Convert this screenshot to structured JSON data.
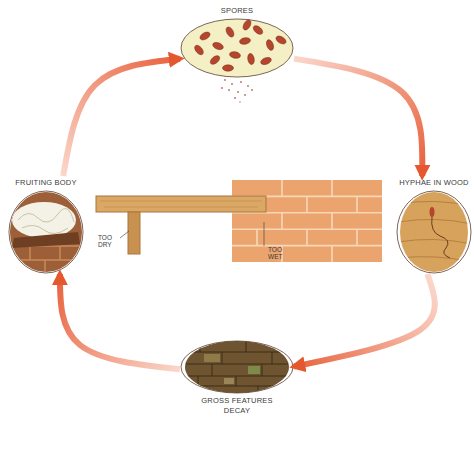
{
  "diagram": {
    "nodes": [
      {
        "text": [
          "SPORES"
        ]
      },
      {
        "text": [
          "FRUITING BODY"
        ]
      },
      {
        "text": [
          "HYPHAE IN WOOD"
        ]
      },
      {
        "text": [
          "GROSS FEATURES DECAY"
        ]
      }
    ],
    "edges": [
      {
        "from": 0,
        "to": 2,
        "arrow": "to"
      },
      {
        "from": 2,
        "to": 3,
        "arrow": "to"
      },
      {
        "from": 3,
        "to": 1,
        "arrow": "to"
      },
      {
        "from": 1,
        "to": 0,
        "arrow": "to"
      }
    ],
    "labels": [
      "TOO DRY",
      "TOO WET"
    ]
  }
}
